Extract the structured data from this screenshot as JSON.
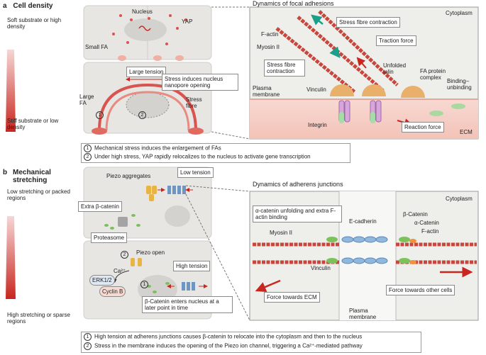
{
  "panel_a": {
    "letter": "a",
    "title": "Cell density",
    "soft_label": "Soft substrate or high density",
    "stiff_label": "Stiff substrate or low density",
    "nucleus": "Nucleus",
    "yap": "YAP",
    "small_fa": "Small FA",
    "large_fa": "Large FA",
    "large_tension": "Large tension",
    "stress_nucleus": "Stress induces nucleus nanopore opening",
    "stress_fibre": "Stress fibre",
    "inset_title": "Dynamics of focal adhesions",
    "cytoplasm": "Cytoplasm",
    "stress_fibre_contraction_top": "Stress fibre contraction",
    "f_actin": "F-actin",
    "myosin": "Myosin II",
    "traction_force": "Traction force",
    "stress_fibre_contraction_left": "Stress fibre contraction",
    "unfolded_talin": "Unfolded talin",
    "fa_complex": "FA protein complex",
    "plasma_membrane": "Plasma membrane",
    "vinculin": "Vinculin",
    "binding": "Binding– unbinding",
    "integrin": "Integrin",
    "reaction_force": "Reaction force",
    "ecm": "ECM",
    "notes": [
      {
        "num": "1",
        "text": "Mechanical stress induces the enlargement of FAs"
      },
      {
        "num": "2",
        "text": "Under high stress, YAP rapidly relocalizes to the nucleus to activate gene transcription"
      }
    ]
  },
  "panel_b": {
    "letter": "b",
    "title": "Mechanical stretching",
    "low_label": "Low stretching or packed regions",
    "high_label": "High stretching or sparse regions",
    "piezo_aggregates": "Piezo aggregates",
    "low_tension": "Low tension",
    "extra_catenin": "Extra β-catenin",
    "proteasome": "Proteasome",
    "piezo_open": "Piezo open",
    "ca": "Ca²⁺",
    "erk": "ERK1/2",
    "cyclin": "Cyclin B",
    "high_tension": "High tension",
    "catenin_enters": "β-Catenin enters nucleus at a later point in time",
    "inset_title": "Dynamics of adherens junctions",
    "cytoplasm": "Cytoplasm",
    "alpha_unfold": "α-catenin unfolding and extra F-actin binding",
    "e_cadherin": "E-cadherin",
    "beta_catenin": "β-Catenin",
    "alpha_catenin": "α-Catenin",
    "f_actin": "F-actin",
    "myosin": "Myosin II",
    "vinculin": "Vinculin",
    "force_ecm": "Force towards ECM",
    "force_cells": "Force towards other cells",
    "plasma_membrane": "Plasma membrane",
    "notes": [
      {
        "num": "1",
        "text": "High tension at adherens junctions causes β-catenin to relocate into the cytoplasm and then to the nucleus"
      },
      {
        "num": "2",
        "text": "Stress in the membrane induces the opening of the Piezo ion channel, triggering a Ca²⁺-mediated pathway"
      }
    ]
  }
}
